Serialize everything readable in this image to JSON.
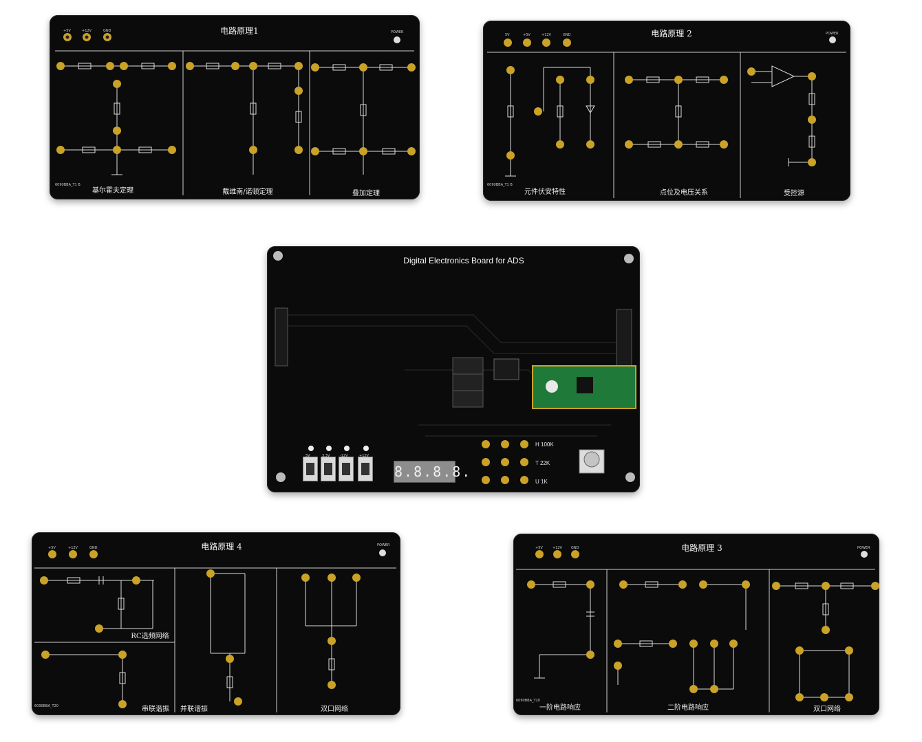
{
  "boards": [
    {
      "id": "board1",
      "title": "电路原理1",
      "power_label": "POWER",
      "rails": [
        "+5V",
        "+12V",
        "GND"
      ],
      "sections": [
        "基尔霍夫定理",
        "戴维南/诺顿定理",
        "叠加定理"
      ],
      "part_no": "6090BBA_T1 B"
    },
    {
      "id": "board2",
      "title": "电路原理 2",
      "power_label": "POWER",
      "rails": [
        "5V",
        "+5V",
        "+12V",
        "GND"
      ],
      "sections": [
        "元件伏安特性",
        "点位及电压关系",
        "受控源"
      ],
      "part_no": "6090BBA_T1 B"
    },
    {
      "id": "board4",
      "title": "电路原理 4",
      "power_label": "POWER",
      "rails": [
        "+5V",
        "+12V",
        "GND"
      ],
      "sections": [
        "RC选频网络",
        "串联谐振",
        "并联谐振",
        "双口网络"
      ],
      "part_no": "6090BBA_T20"
    },
    {
      "id": "board3",
      "title": "电路原理 3",
      "power_label": "POWER",
      "rails": [
        "+5V",
        "+12V",
        "GND"
      ],
      "sections": [
        "一阶电路响应",
        "二阶电路响应",
        "双口网络"
      ],
      "part_no": "6090BBA_T20"
    }
  ],
  "ads": {
    "title": "Digital Electronics Board for ADS",
    "display": "8.8.8.8.",
    "pots": [
      "H 100K",
      "T 22K",
      "U 1K"
    ],
    "switch_labels": [
      "5V",
      "3.3V",
      "-12V",
      "+12V"
    ]
  },
  "colors": {
    "pcb": "#0b0b0b",
    "silk": "#e6e6e6",
    "gold": "#c9a227",
    "pico_green": "#1f7a3a"
  }
}
